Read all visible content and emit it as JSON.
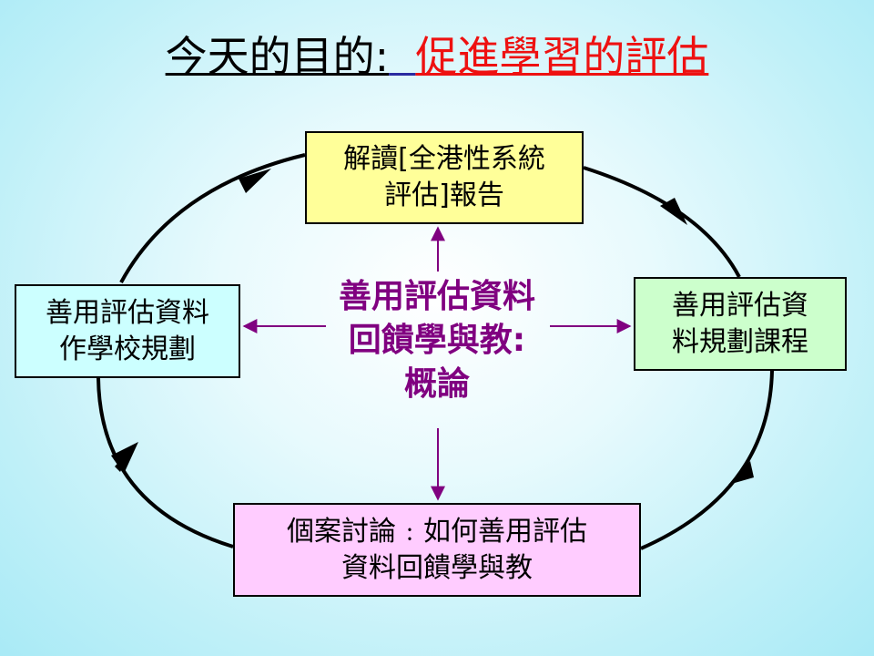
{
  "title": {
    "prefix": "今天的目的:",
    "highlight": "促進學習的評估"
  },
  "center": {
    "line1": "善用評估資料",
    "line2": "回饋學與教:",
    "line3": "概論"
  },
  "boxes": {
    "top": {
      "line1": "解讀[全港性系統",
      "line2": "評估]報告"
    },
    "right": {
      "line1": "善用評估資",
      "line2": "料規劃課程"
    },
    "left": {
      "line1": "善用評估資料",
      "line2": "作學校規劃"
    },
    "bottom": {
      "line1": "個案討論﹕如何善用評估",
      "line2": "資料回饋學與教"
    }
  },
  "colors": {
    "title_highlight": "#ee1111",
    "center_text": "#800080",
    "top_box": "#ffff99",
    "right_box": "#ccffcc",
    "left_box": "#ccffff",
    "bottom_box": "#ffccff",
    "background": "#bff0f8"
  }
}
